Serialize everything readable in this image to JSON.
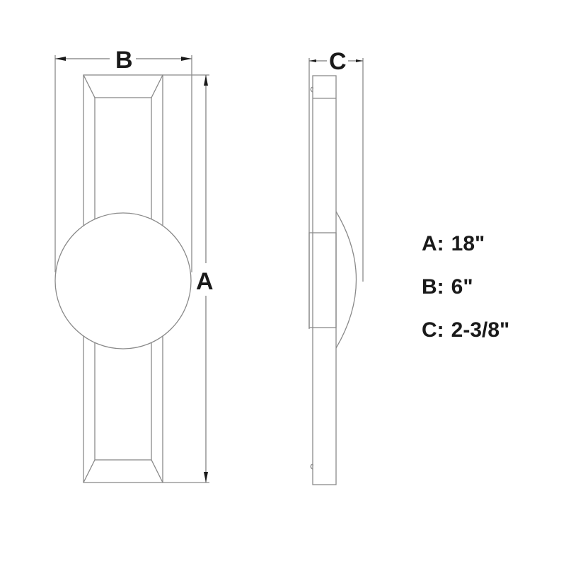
{
  "drawing": {
    "type": "dimension-drawing",
    "views": [
      "front-view",
      "side-view"
    ],
    "labels": {
      "height_label": "A",
      "width_label": "B",
      "depth_label": "C"
    }
  },
  "specs": [
    {
      "key": "A",
      "sep": ":",
      "value": "18\""
    },
    {
      "key": "B",
      "sep": ":",
      "value": "6\""
    },
    {
      "key": "C",
      "sep": ":",
      "value": "2-3/8\""
    }
  ],
  "colors": {
    "line": "#8a8a8a",
    "text": "#1a1a1a",
    "background": "#ffffff"
  }
}
